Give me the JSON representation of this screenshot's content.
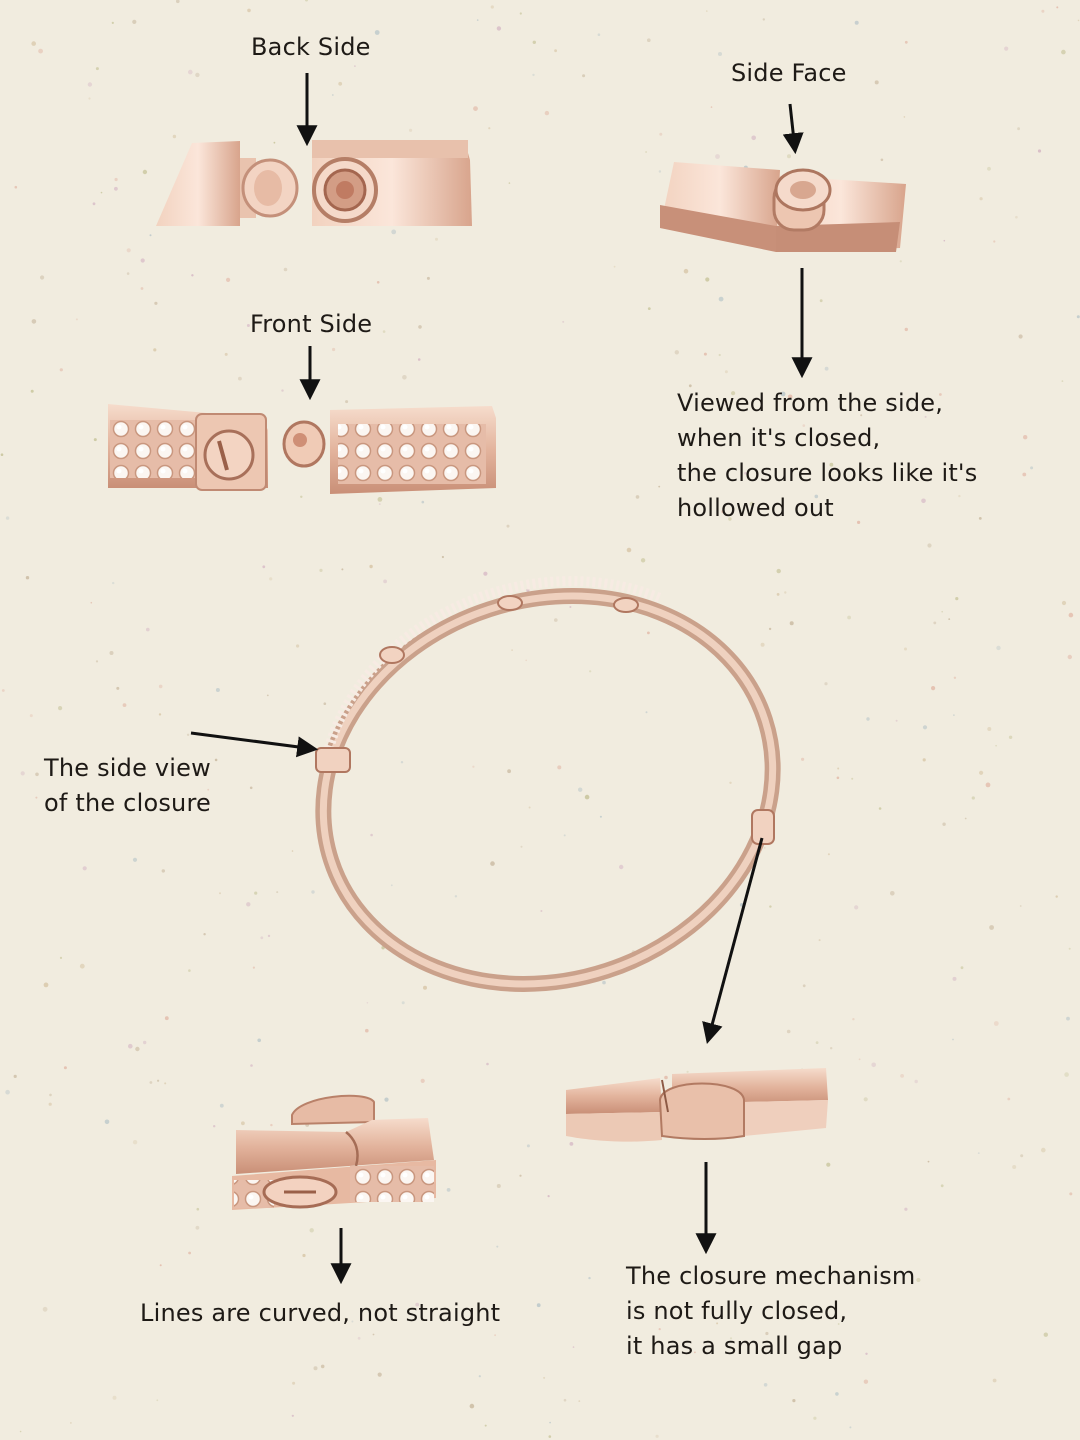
{
  "labels": {
    "back_side": "Back Side",
    "side_face": "Side Face",
    "front_side": "Front Side",
    "side_face_note": "Viewed from the side,\nwhen it's closed,\nthe closure looks like it's\nhollowed out",
    "side_view_closure": "The side view\n of the closure",
    "curved_lines_note": "Lines are curved, not straight",
    "gap_note": "The closure mechanism\nis not fully closed,\nit has a small gap"
  },
  "colors": {
    "background": "#f1ecdf",
    "rose_gold_light": "#f4d7c6",
    "rose_gold": "#dcae97",
    "rose_gold_dark": "#b9836c",
    "diamond": "#fbf7f3",
    "arrow": "#111111"
  }
}
